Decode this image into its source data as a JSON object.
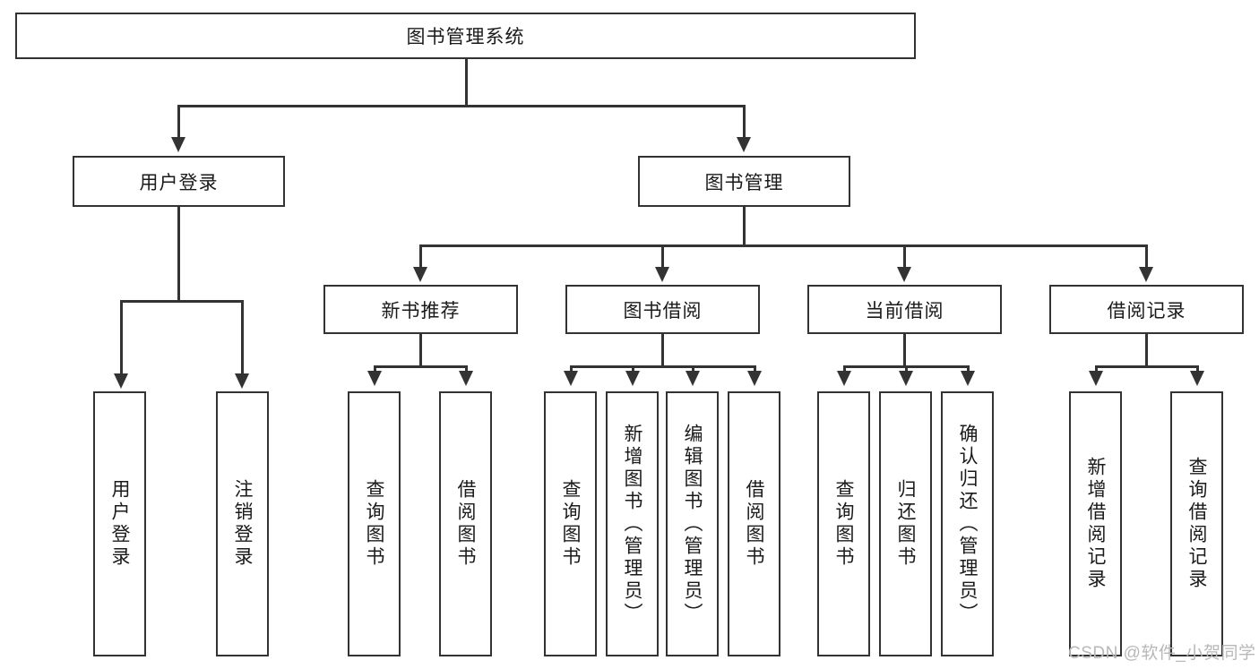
{
  "diagram": {
    "title": "图书管理系统",
    "root": {
      "label": "图书管理系统"
    },
    "level2": [
      {
        "label": "用户登录"
      },
      {
        "label": "图书管理"
      }
    ],
    "level3": [
      {
        "label": "新书推荐"
      },
      {
        "label": "图书借阅"
      },
      {
        "label": "当前借阅"
      },
      {
        "label": "借阅记录"
      }
    ],
    "leaves": {
      "user_login": [
        {
          "label": "用户登录"
        },
        {
          "label": "注销登录"
        }
      ],
      "new_book_recommend": [
        {
          "label": "查询图书"
        },
        {
          "label": "借阅图书"
        }
      ],
      "book_borrow": [
        {
          "label": "查询图书"
        },
        {
          "label": "新增图书（管理员）"
        },
        {
          "label": "编辑图书（管理员）"
        },
        {
          "label": "借阅图书"
        }
      ],
      "current_borrow": [
        {
          "label": "查询图书"
        },
        {
          "label": "归还图书"
        },
        {
          "label": "确认归还（管理员）"
        }
      ],
      "borrow_record": [
        {
          "label": "新增借阅记录"
        },
        {
          "label": "查询借阅记录"
        }
      ]
    }
  },
  "watermark": {
    "text": "CSDN @软件_小贺同学"
  },
  "colors": {
    "stroke": "#333333",
    "text": "#1a1a1a",
    "background": "#ffffff",
    "watermark": "#b8b8b8"
  }
}
